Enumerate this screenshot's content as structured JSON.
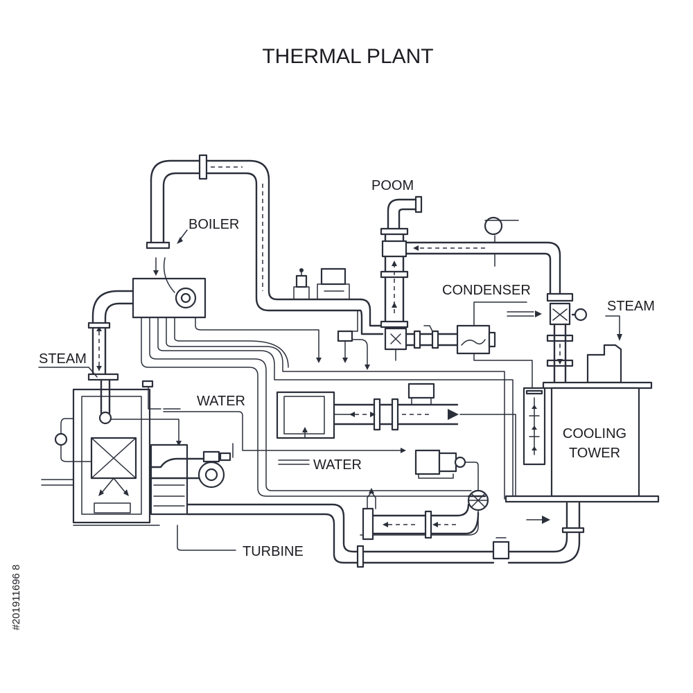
{
  "title": "THERMAL PLANT",
  "labels": {
    "boiler": "BOILER",
    "poom": "POOM",
    "condenser": "CONDENSER",
    "steam_right": "STEAM",
    "steam_left": "STEAM",
    "water_upper": "WATER",
    "water_lower": "WATER",
    "cooling_tower_line1": "COOLING",
    "cooling_tower_line2": "TOWER",
    "turbine": "TURBINE"
  },
  "stock_id": "#201911696 8"
}
